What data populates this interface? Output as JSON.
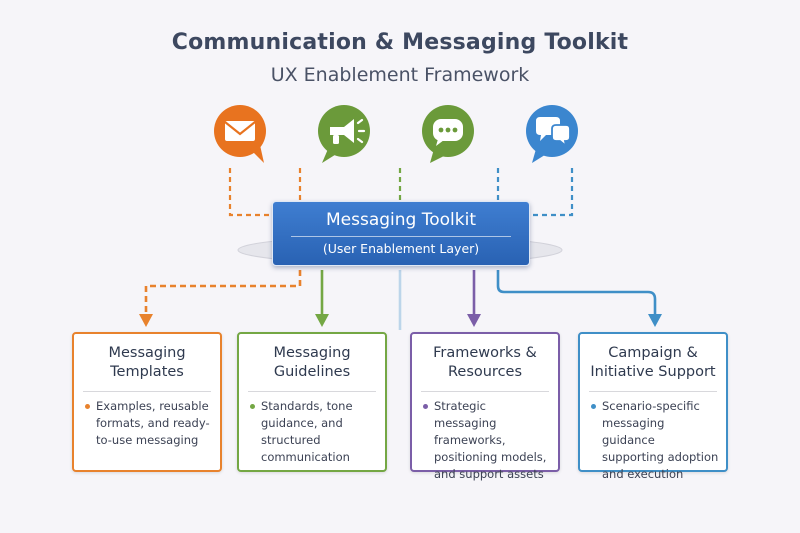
{
  "header": {
    "title": "Communication & Messaging Toolkit",
    "subtitle": "UX Enablement Framework"
  },
  "icons": [
    {
      "name": "envelope-icon",
      "color": "#e8731f"
    },
    {
      "name": "megaphone-icon",
      "color": "#6b9a3a"
    },
    {
      "name": "chat-dots-icon",
      "color": "#6b9a3a"
    },
    {
      "name": "chat-bubbles-icon",
      "color": "#3b86cf"
    }
  ],
  "hub": {
    "title": "Messaging Toolkit",
    "subtitle": "(User Enablement Layer)",
    "color": "#2f6bbd"
  },
  "cards": [
    {
      "title": "Messaging Templates",
      "body": "Examples, reusable formats, and ready-to-use messaging",
      "color": "#e8822d"
    },
    {
      "title": "Messaging Guidelines",
      "body": "Standards, tone guidance, and structured communication",
      "color": "#74a744"
    },
    {
      "title": "Frameworks & Resources",
      "body": "Strategic messaging frameworks, positioning models, and support assets",
      "color": "#7b5ea8"
    },
    {
      "title": "Campaign & Initiative Support",
      "body": "Scenario-specific messaging guidance supporting adoption and execution",
      "color": "#3f8fc7"
    }
  ]
}
